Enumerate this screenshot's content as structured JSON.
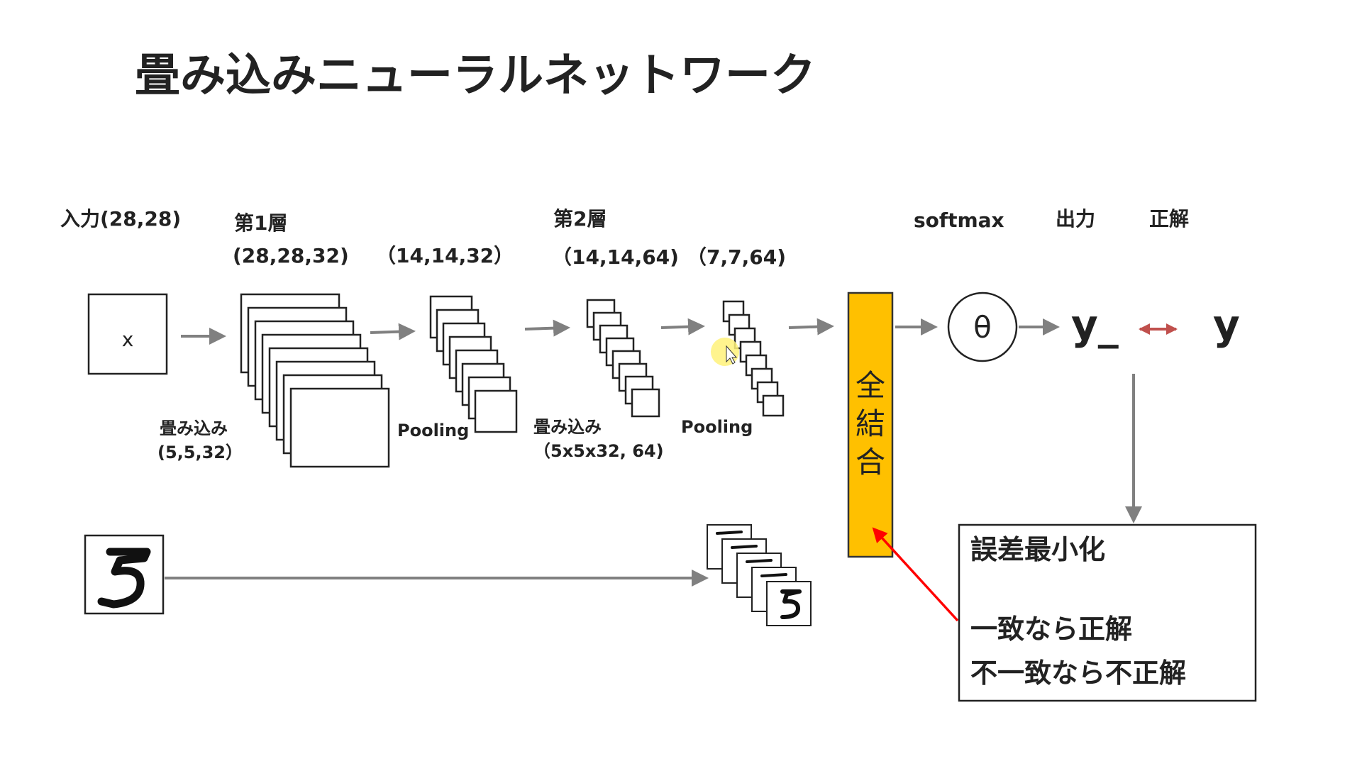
{
  "title": "畳み込みニューラルネットワーク",
  "stages": {
    "input": {
      "label": "入力(28,28)",
      "box_text": "x"
    },
    "layer1": {
      "name": "第1層",
      "shape": "(28,28,32)",
      "op": "畳み込み",
      "op_params": "(5,5,32）"
    },
    "pool1": {
      "shape": "（14,14,32）",
      "op": "Pooling"
    },
    "layer2": {
      "name": "第2層",
      "shape": "（14,14,64)",
      "op": "畳み込み",
      "op_params": "（5x5x32, 64)"
    },
    "pool2": {
      "shape": "（7,7,64)",
      "op": "Pooling"
    },
    "fc": {
      "chars": [
        "全",
        "結",
        "合"
      ],
      "color": "#FFC000"
    },
    "softmax": {
      "label": "softmax",
      "symbol": "θ"
    },
    "output": {
      "label": "出力",
      "symbol": "y_"
    },
    "answer": {
      "label": "正解",
      "symbol": "y"
    }
  },
  "loss_box": {
    "lines": [
      "誤差最小化",
      "一致なら正解",
      "不一致なら不正解"
    ]
  },
  "colors": {
    "arrow": "#808080",
    "compare_arrow": "#C0504D",
    "feedback_arrow": "#FF0000",
    "fc_fill": "#FFC000"
  }
}
